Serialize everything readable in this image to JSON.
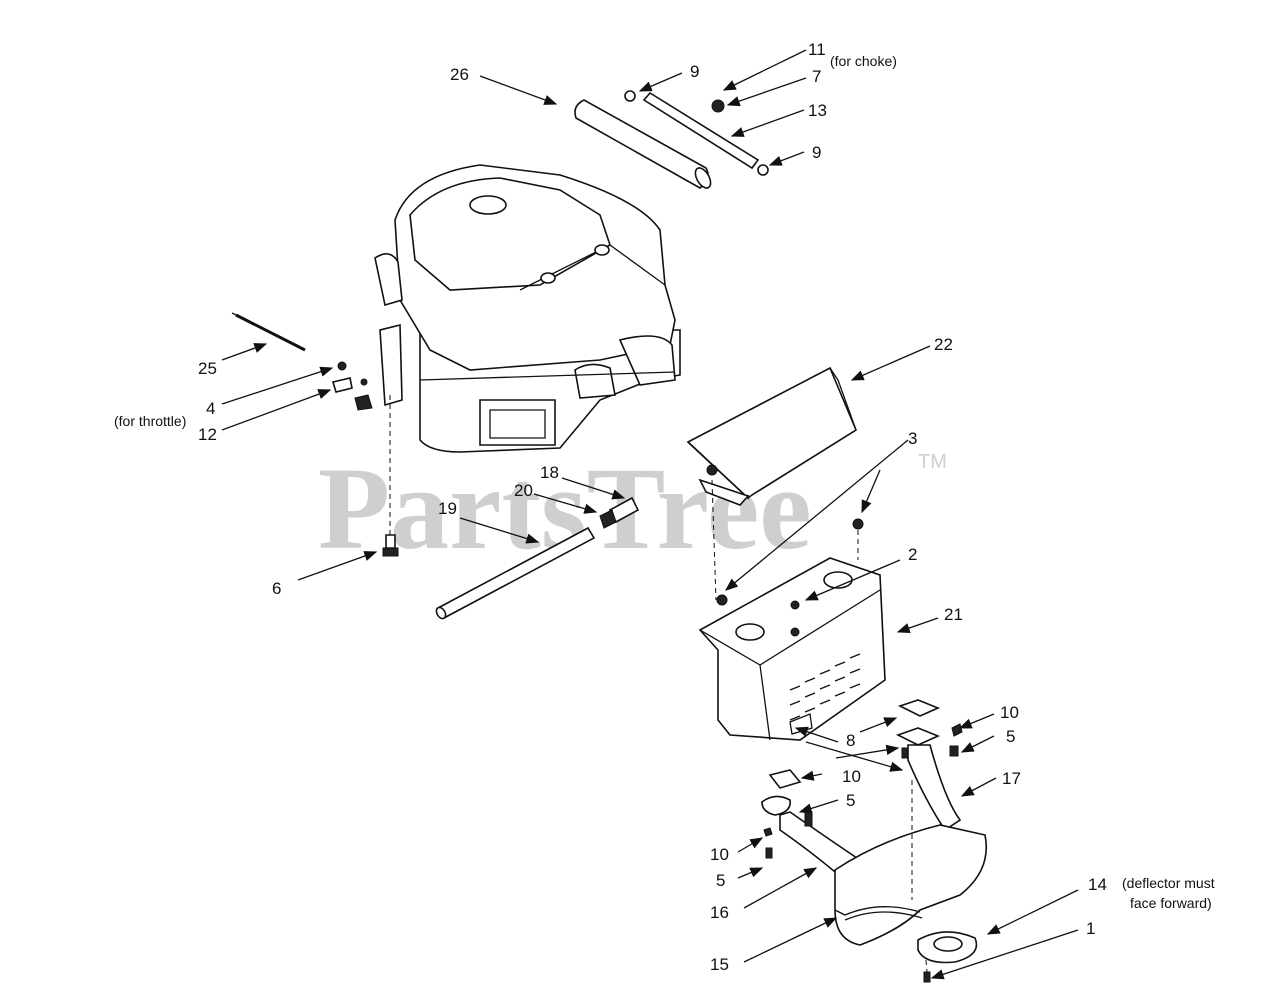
{
  "watermark": {
    "text": "PartsTree",
    "trademark": "TM"
  },
  "callouts": [
    {
      "id": "c26",
      "number": "26"
    },
    {
      "id": "c9a",
      "number": "9"
    },
    {
      "id": "c11",
      "number": "11",
      "note": "(for choke)"
    },
    {
      "id": "c7",
      "number": "7"
    },
    {
      "id": "c13",
      "number": "13"
    },
    {
      "id": "c9b",
      "number": "9"
    },
    {
      "id": "c25",
      "number": "25"
    },
    {
      "id": "c4",
      "number": "4"
    },
    {
      "id": "c12",
      "number": "12",
      "note": "(for throttle)"
    },
    {
      "id": "c22",
      "number": "22"
    },
    {
      "id": "c18",
      "number": "18"
    },
    {
      "id": "c3",
      "number": "3"
    },
    {
      "id": "c20",
      "number": "20"
    },
    {
      "id": "c19",
      "number": "19"
    },
    {
      "id": "c2",
      "number": "2"
    },
    {
      "id": "c6",
      "number": "6"
    },
    {
      "id": "c21",
      "number": "21"
    },
    {
      "id": "c10a",
      "number": "10"
    },
    {
      "id": "c8",
      "number": "8"
    },
    {
      "id": "c5a",
      "number": "5"
    },
    {
      "id": "c10b",
      "number": "10"
    },
    {
      "id": "c17",
      "number": "17"
    },
    {
      "id": "c5b",
      "number": "5"
    },
    {
      "id": "c10c",
      "number": "10"
    },
    {
      "id": "c5c",
      "number": "5"
    },
    {
      "id": "c16",
      "number": "16"
    },
    {
      "id": "c14",
      "number": "14",
      "note": "(deflector must",
      "note2": "face forward)"
    },
    {
      "id": "c1",
      "number": "1"
    },
    {
      "id": "c15",
      "number": "15"
    }
  ]
}
